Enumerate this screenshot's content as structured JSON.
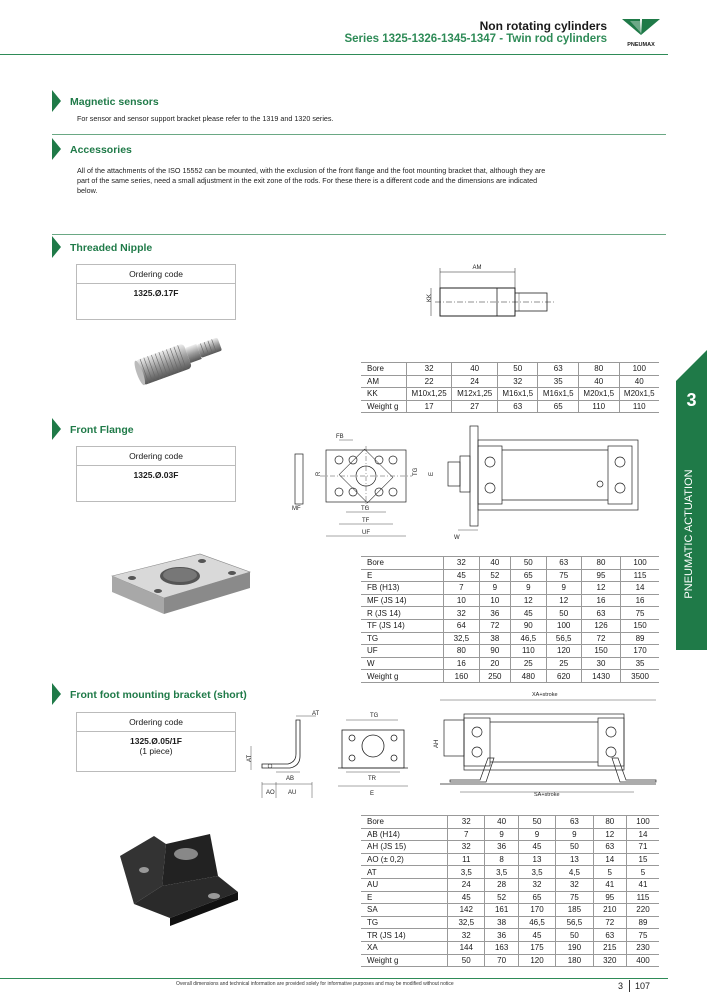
{
  "header": {
    "title": "Non rotating cylinders",
    "subtitle": "Series 1325-1326-1345-1347 - Twin rod cylinders",
    "logo_text": "PNEUMAX"
  },
  "magnetic": {
    "title": "Magnetic sensors",
    "text": "For sensor and sensor support bracket please refer to the 1319 and 1320 series."
  },
  "accessories": {
    "title": "Accessories",
    "text1": "All of the attachments of the ISO 15552 can be mounted, with the exclusion of the front flange and the foot mounting bracket that, although they are",
    "text2": "part of the same series, need a small adjustment in the exit zone of the rods. For these there is a different code and the dimensions are indicated",
    "text3": "below."
  },
  "nipple": {
    "title": "Threaded Nipple",
    "ordering_label": "Ordering code",
    "code": "1325.Ø.17F",
    "dim_labels": {
      "am": "AM",
      "kk": "KK"
    },
    "table": [
      [
        "Bore",
        "32",
        "40",
        "50",
        "63",
        "80",
        "100"
      ],
      [
        "AM",
        "22",
        "24",
        "32",
        "35",
        "40",
        "40"
      ],
      [
        "KK",
        "M10x1,25",
        "M12x1,25",
        "M16x1,5",
        "M16x1,5",
        "M20x1,5",
        "M20x1,5"
      ],
      [
        "Weight g",
        "17",
        "27",
        "63",
        "65",
        "110",
        "110"
      ]
    ]
  },
  "flange": {
    "title": "Front Flange",
    "ordering_label": "Ordering code",
    "code": "1325.Ø.03F",
    "dim_labels": {
      "fb": "FB",
      "r": "R",
      "tg": "TG",
      "e": "E",
      "mf": "MF",
      "tf": "TF",
      "uf": "UF",
      "w": "W"
    },
    "table": [
      [
        "Bore",
        "32",
        "40",
        "50",
        "63",
        "80",
        "100"
      ],
      [
        "E",
        "45",
        "52",
        "65",
        "75",
        "95",
        "115"
      ],
      [
        "FB (H13)",
        "7",
        "9",
        "9",
        "9",
        "12",
        "14"
      ],
      [
        "MF (JS 14)",
        "10",
        "10",
        "12",
        "12",
        "16",
        "16"
      ],
      [
        "R (JS 14)",
        "32",
        "36",
        "45",
        "50",
        "63",
        "75"
      ],
      [
        "TF (JS 14)",
        "64",
        "72",
        "90",
        "100",
        "126",
        "150"
      ],
      [
        "TG",
        "32,5",
        "38",
        "46,5",
        "56,5",
        "72",
        "89"
      ],
      [
        "UF",
        "80",
        "90",
        "110",
        "120",
        "150",
        "170"
      ],
      [
        "W",
        "16",
        "20",
        "25",
        "25",
        "30",
        "35"
      ],
      [
        "Weight g",
        "160",
        "250",
        "480",
        "620",
        "1430",
        "3500"
      ]
    ]
  },
  "foot": {
    "title": "Front foot mounting bracket (short)",
    "ordering_label": "Ordering code",
    "code": "1325.Ø.05/1F",
    "qty": "(1 piece)",
    "dim_labels": {
      "at": "AT",
      "tg": "TG",
      "ah": "AH",
      "ab": "AB",
      "tr": "TR",
      "ao": "AO",
      "au": "AU",
      "e": "E",
      "xa": "XA+stroke",
      "sa": "SA+stroke"
    },
    "table": [
      [
        "Bore",
        "32",
        "40",
        "50",
        "63",
        "80",
        "100"
      ],
      [
        "AB (H14)",
        "7",
        "9",
        "9",
        "9",
        "12",
        "14"
      ],
      [
        "AH (JS 15)",
        "32",
        "36",
        "45",
        "50",
        "63",
        "71"
      ],
      [
        "AO (± 0,2)",
        "11",
        "8",
        "13",
        "13",
        "14",
        "15"
      ],
      [
        "AT",
        "3,5",
        "3,5",
        "3,5",
        "4,5",
        "5",
        "5"
      ],
      [
        "AU",
        "24",
        "28",
        "32",
        "32",
        "41",
        "41"
      ],
      [
        "E",
        "45",
        "52",
        "65",
        "75",
        "95",
        "115"
      ],
      [
        "SA",
        "142",
        "161",
        "170",
        "185",
        "210",
        "220"
      ],
      [
        "TG",
        "32,5",
        "38",
        "46,5",
        "56,5",
        "72",
        "89"
      ],
      [
        "TR (JS 14)",
        "32",
        "36",
        "45",
        "50",
        "63",
        "75"
      ],
      [
        "XA",
        "144",
        "163",
        "175",
        "190",
        "215",
        "230"
      ],
      [
        "Weight g",
        "50",
        "70",
        "120",
        "180",
        "320",
        "400"
      ]
    ]
  },
  "side_tab": {
    "number": "3",
    "label": "PNEUMATIC ACTUATION"
  },
  "footer": {
    "note": "Overall dimensions and technical information are provided solely for informative purposes and may be modified without notice",
    "section": "3",
    "page": "107"
  },
  "colors": {
    "accent": "#1f7a48"
  }
}
